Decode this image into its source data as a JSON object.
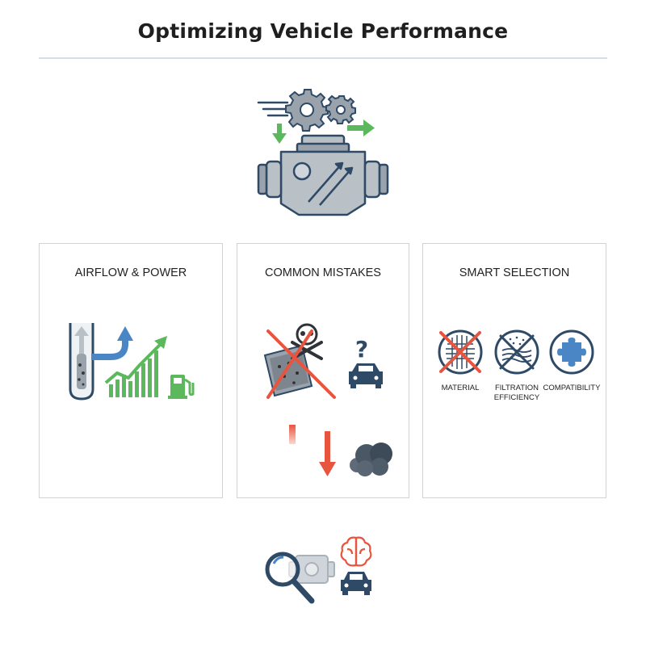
{
  "title": "Optimizing Vehicle Performance",
  "panels": [
    {
      "title": "AIRFLOW & POWER"
    },
    {
      "title": "COMMON MISTAKES"
    },
    {
      "title": "SMART SELECTION",
      "items": [
        {
          "label": "MATERIAL",
          "icon": "crossed-mesh-icon"
        },
        {
          "label": "FILTRATION EFFICIENCY",
          "icon": "crossed-filter-layers-icon"
        },
        {
          "label": "COMPATIBILITY",
          "icon": "puzzle-piece-icon"
        }
      ]
    }
  ],
  "colors": {
    "navy": "#2f4a66",
    "green": "#5cb85c",
    "red": "#e8553f",
    "gray": "#9aa3ab",
    "border": "#d3d3d3",
    "blue": "#4a86c5"
  }
}
